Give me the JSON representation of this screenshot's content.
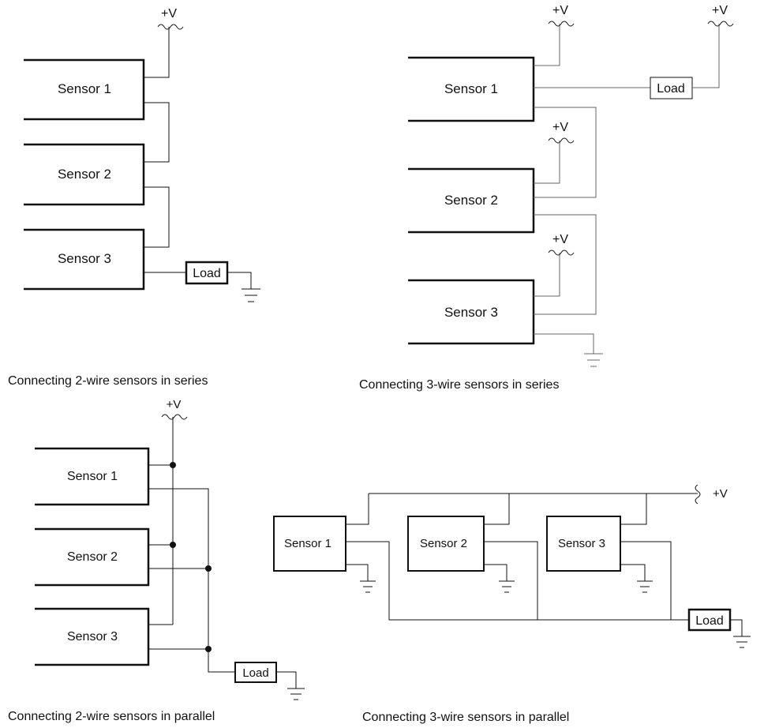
{
  "diagrams": {
    "series_2wire": {
      "caption": "Connecting 2-wire sensors in series",
      "sensors": [
        "Sensor 1",
        "Sensor 2",
        "Sensor 3"
      ],
      "supply": "+V",
      "load": "Load"
    },
    "series_3wire": {
      "caption": "Connecting 3-wire sensors in series",
      "sensors": [
        "Sensor 1",
        "Sensor 2",
        "Sensor 3"
      ],
      "supply_1": "+V",
      "supply_2": "+V",
      "supply_3": "+V",
      "supply_load": "+V",
      "load": "Load"
    },
    "parallel_2wire": {
      "caption": "Connecting 2-wire sensors in parallel",
      "sensors": [
        "Sensor 1",
        "Sensor 2",
        "Sensor 3"
      ],
      "supply": "+V",
      "load": "Load"
    },
    "parallel_3wire": {
      "caption": "Connecting 3-wire sensors in parallel",
      "sensors": [
        "Sensor 1",
        "Sensor 2",
        "Sensor 3"
      ],
      "supply": "+V",
      "load": "Load"
    }
  }
}
